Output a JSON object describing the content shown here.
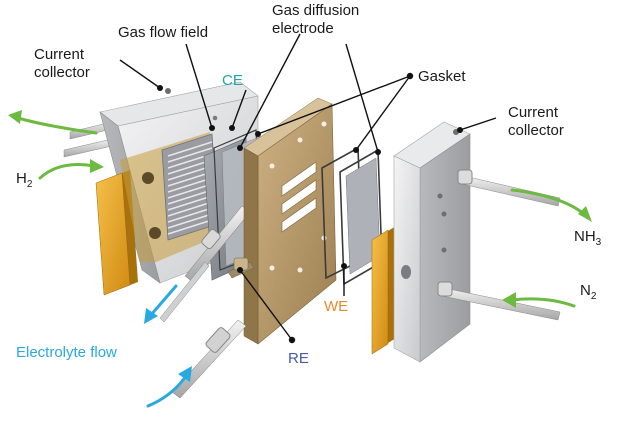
{
  "labels": {
    "current_collector_left": [
      "Current",
      "collector"
    ],
    "gas_flow_field": "Gas flow field",
    "gas_diffusion_electrode": [
      "Gas diffusion",
      "electrode"
    ],
    "ce": "CE",
    "gasket": "Gasket",
    "current_collector_right": [
      "Current",
      "collector"
    ],
    "h2": {
      "main": "H",
      "sub": "2"
    },
    "nh3": {
      "main": "NH",
      "sub": "3"
    },
    "n2": {
      "main": "N",
      "sub": "2"
    },
    "we": "WE",
    "re": "RE",
    "electrolyte_flow": "Electrolyte flow"
  },
  "colors": {
    "ce": "#1aa6a6",
    "we": "#e8892c",
    "re": "#4a5aa8",
    "electrolyte_flow": "#29a9e0",
    "gas_arrow": "#6cba3f",
    "electrolyte_arrow": "#29a9e0",
    "aluminum": "#d9dadc",
    "gold": "#e9a424",
    "bronze": "#b89d6e",
    "carbon": "#8c9098"
  }
}
